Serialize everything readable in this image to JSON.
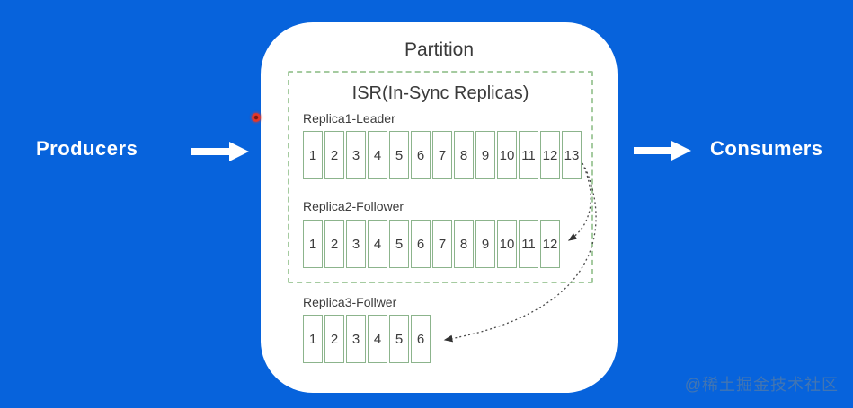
{
  "flow": {
    "producers_label": "Producers",
    "consumers_label": "Consumers"
  },
  "partition": {
    "title": "Partition",
    "isr_title": "ISR(In-Sync Replicas)",
    "replicas": [
      {
        "label": "Replica1-Leader",
        "cells": [
          "1",
          "2",
          "3",
          "4",
          "5",
          "6",
          "7",
          "8",
          "9",
          "10",
          "11",
          "12",
          "13"
        ]
      },
      {
        "label": "Replica2-Follower",
        "cells": [
          "1",
          "2",
          "3",
          "4",
          "5",
          "6",
          "7",
          "8",
          "9",
          "10",
          "11",
          "12"
        ]
      },
      {
        "label": "Replica3-Follwer",
        "cells": [
          "1",
          "2",
          "3",
          "4",
          "5",
          "6"
        ]
      }
    ]
  },
  "watermark": "@稀土掘金技术社区",
  "colors": {
    "background": "#0763dc",
    "panel": "#ffffff",
    "cell_border": "#8cb48c",
    "isr_dashed_border": "#a5cba0",
    "dark_text": "#3a3a3a",
    "flow_arrow": "#ffffff",
    "sync_arrow": "#4a4a4a",
    "record_dot": "#e2372a",
    "watermark_text": "#4d79ab"
  }
}
